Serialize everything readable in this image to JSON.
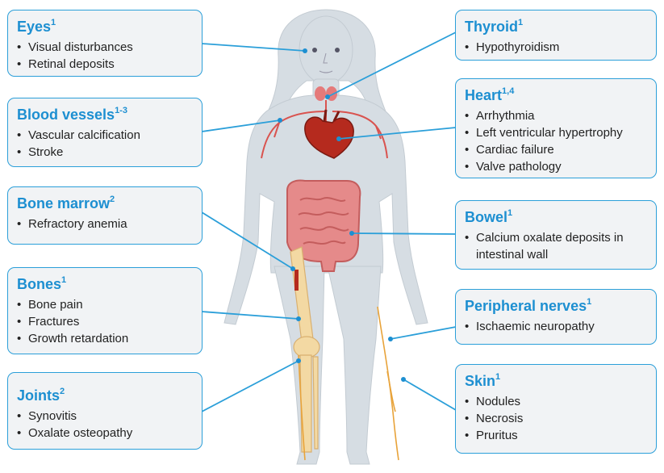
{
  "organs": {
    "eyes": {
      "title": "Eyes",
      "sup": "1",
      "items": [
        "Visual disturbances",
        "Retinal deposits"
      ]
    },
    "blood_vessels": {
      "title": "Blood vessels",
      "sup": "1-3",
      "items": [
        "Vascular calcification",
        "Stroke"
      ]
    },
    "bone_marrow": {
      "title": "Bone marrow",
      "sup": "2",
      "items": [
        "Refractory anemia"
      ]
    },
    "bones": {
      "title": "Bones",
      "sup": "1",
      "items": [
        "Bone pain",
        "Fractures",
        "Growth retardation"
      ]
    },
    "joints": {
      "title": "Joints",
      "sup": "2",
      "items": [
        "Synovitis",
        "Oxalate osteopathy"
      ]
    },
    "thyroid": {
      "title": "Thyroid",
      "sup": "1",
      "items": [
        "Hypothyroidism"
      ]
    },
    "heart": {
      "title": "Heart",
      "sup": "1,4",
      "items": [
        "Arrhythmia",
        "Left ventricular hypertrophy",
        "Cardiac failure",
        "Valve pathology"
      ]
    },
    "bowel": {
      "title": "Bowel",
      "sup": "1",
      "items": [
        "Calcium oxalate deposits in intestinal wall"
      ]
    },
    "peripheral_nerves": {
      "title": "Peripheral nerves",
      "sup": "1",
      "items": [
        "Ischaemic neuropathy"
      ]
    },
    "skin": {
      "title": "Skin",
      "sup": "1",
      "items": [
        "Nodules",
        "Necrosis",
        "Pruritus"
      ]
    }
  },
  "colors": {
    "accent": "#1d8fd1",
    "box_border": "#2b9fd9",
    "box_fill": "#f1f3f5",
    "silhouette": "#d6dde3",
    "bone": "#f3d9a3",
    "heart": "#b52a1e",
    "intestine": "#e58a8a",
    "vessel": "#d9534f",
    "nerve": "#e8a33a"
  }
}
